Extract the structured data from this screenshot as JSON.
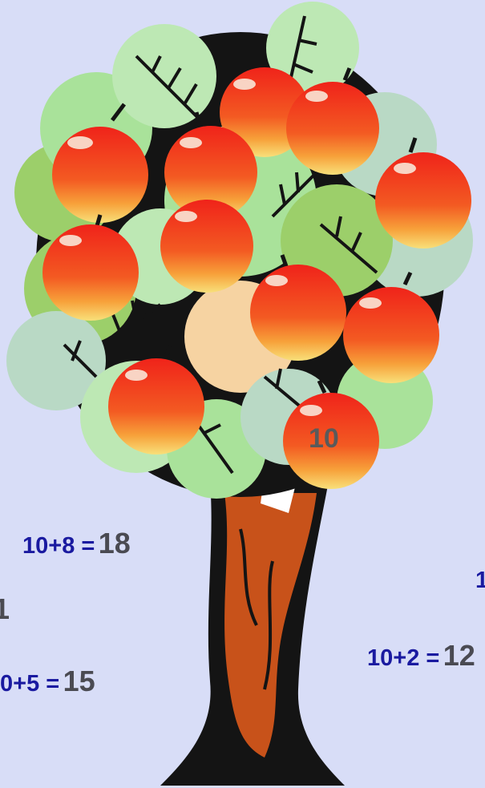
{
  "scene": {
    "background_color": "#d8ddf7",
    "trunk_color": "#c8521a",
    "outline_color": "#141414",
    "leaf_colors": [
      "#a9e29a",
      "#bde8b4",
      "#9ccf6a",
      "#b9d9c5"
    ],
    "apple_colors": [
      "#f0231a",
      "#f7a13a",
      "#f8e07a"
    ]
  },
  "apple_label": "10",
  "equations": [
    {
      "expr": "10+8 =",
      "result": "18"
    },
    {
      "expr": "1",
      "result": ""
    },
    {
      "expr": "",
      "result": "1"
    },
    {
      "expr": "0+5 =",
      "result": "15"
    },
    {
      "expr": "10+2 =",
      "result": "12"
    }
  ]
}
